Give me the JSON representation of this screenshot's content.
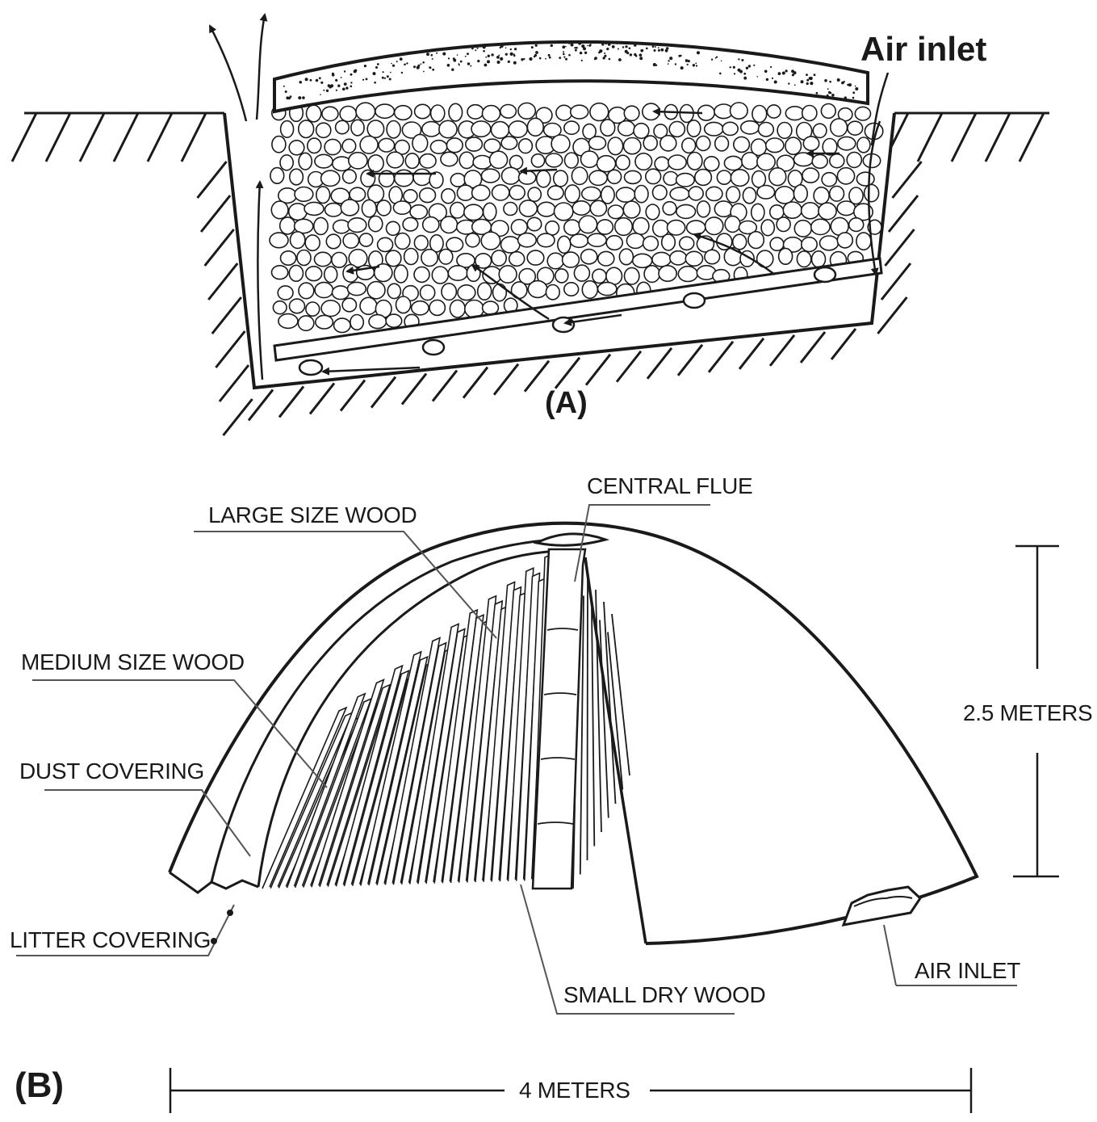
{
  "panel_a": {
    "label": "(A)",
    "air_inlet_label": "Air inlet"
  },
  "panel_b": {
    "label": "(B)",
    "labels": {
      "central_flue": "CENTRAL FLUE",
      "large_size_wood": "LARGE SIZE WOOD",
      "medium_size_wood": "MEDIUM SIZE WOOD",
      "dust_covering": "DUST COVERING",
      "litter_covering": "LITTER COVERING",
      "small_dry_wood": "SMALL DRY WOOD",
      "air_inlet": "AIR INLET"
    },
    "height_dimension": "2.5 METERS",
    "width_dimension": "4 METERS"
  },
  "colors": {
    "ink": "#1a1a1a",
    "background": "#ffffff"
  }
}
